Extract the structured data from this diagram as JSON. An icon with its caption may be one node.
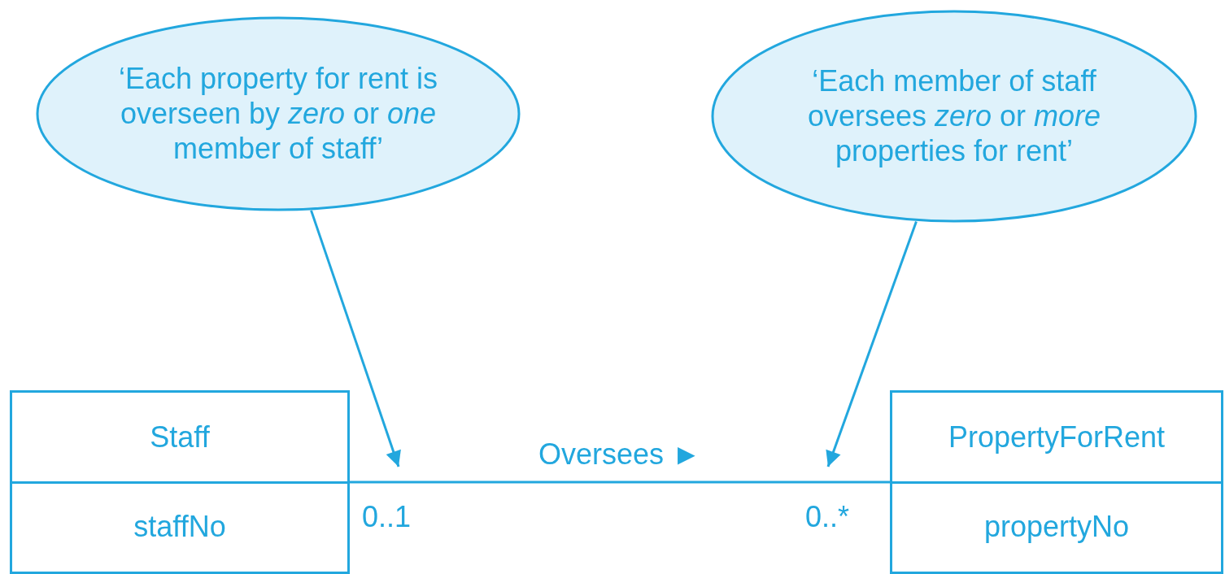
{
  "diagram": {
    "nodes": [
      {
        "text": [
          "‘Each property for rent is overseen by *zero* or *one* member of staff’"
        ]
      },
      {
        "text": [
          "‘Each member of staff oversees *zero* or *more* properties for rent’"
        ]
      },
      {
        "text": [
          "Staff",
          "staffNo"
        ]
      },
      {
        "text": [
          "PropertyForRent",
          "propertyNo"
        ]
      }
    ],
    "edges": [
      {
        "from": 0,
        "to": null,
        "arrow": "to"
      },
      {
        "from": 1,
        "to": null,
        "arrow": "to"
      },
      {
        "from": 2,
        "to": 3,
        "arrow": "none",
        "label": "Oversees ►"
      }
    ],
    "labels": [
      "0..1",
      "0..*"
    ]
  }
}
